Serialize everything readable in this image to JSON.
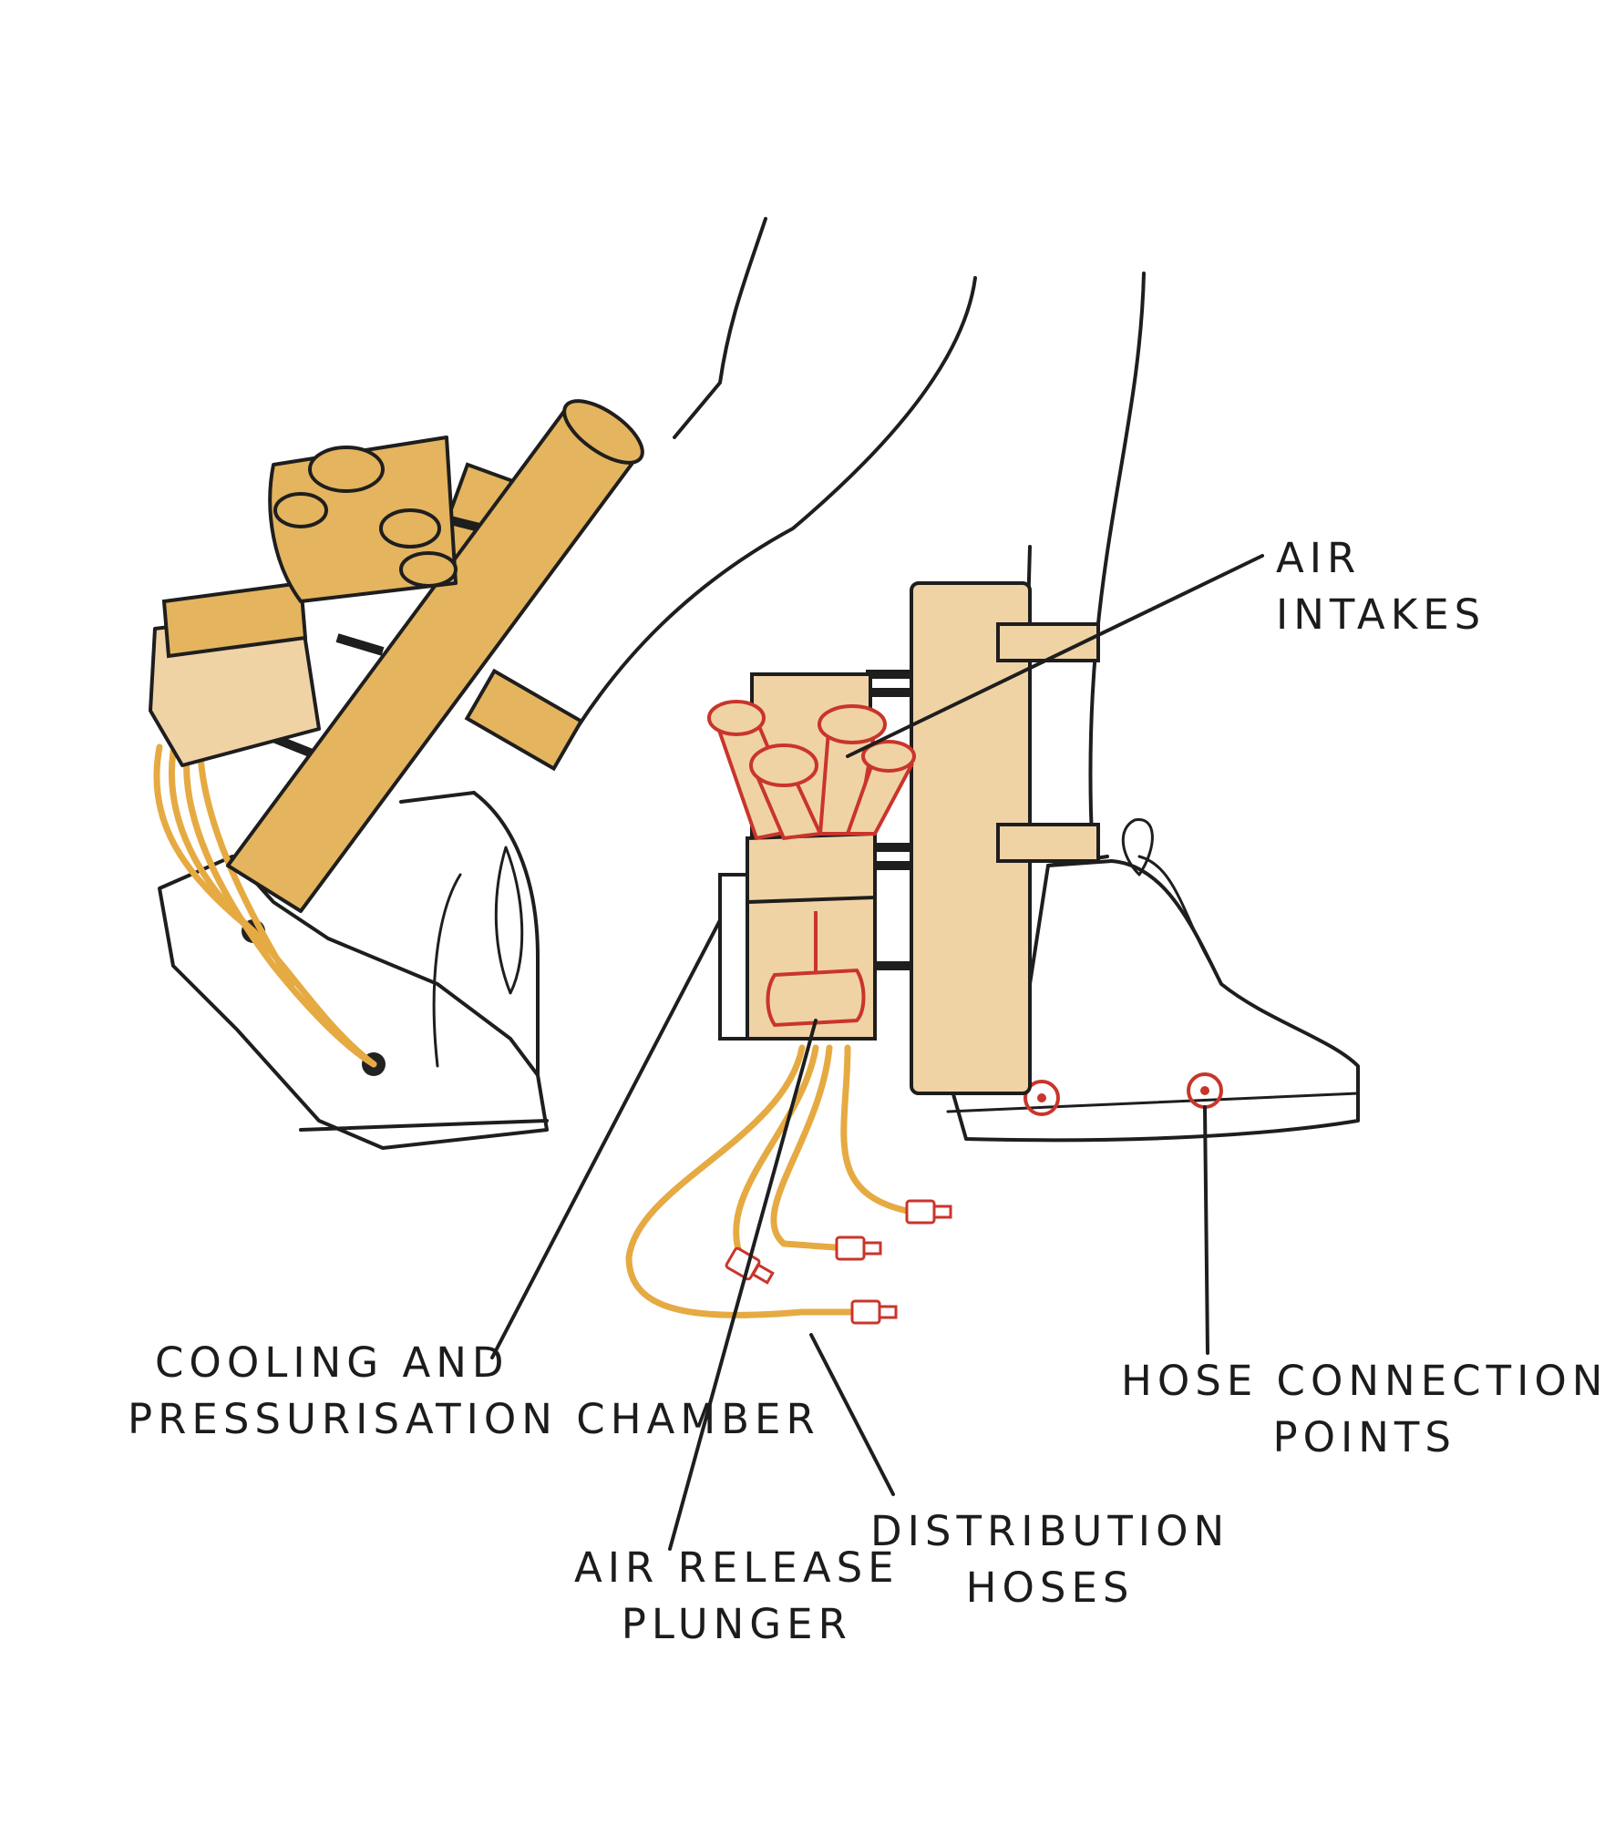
{
  "labels": {
    "air_intakes": [
      "AIR",
      "INTAKES"
    ],
    "cooling_chamber": [
      "COOLING AND",
      "PRESSURISATION CHAMBER"
    ],
    "air_release_plunger": [
      "AIR RELEASE",
      "PLUNGER"
    ],
    "distribution_hoses": [
      "DISTRIBUTION",
      "HOSES"
    ],
    "hose_connection_points": [
      "HOSE CONNECTION",
      "POINTS"
    ]
  },
  "colors": {
    "device_dark": "#e4b45f",
    "device_light": "#f0d3a5",
    "hose": "#e6aa42",
    "highlight": "#c9352b",
    "ink": "#1e1e1e"
  }
}
